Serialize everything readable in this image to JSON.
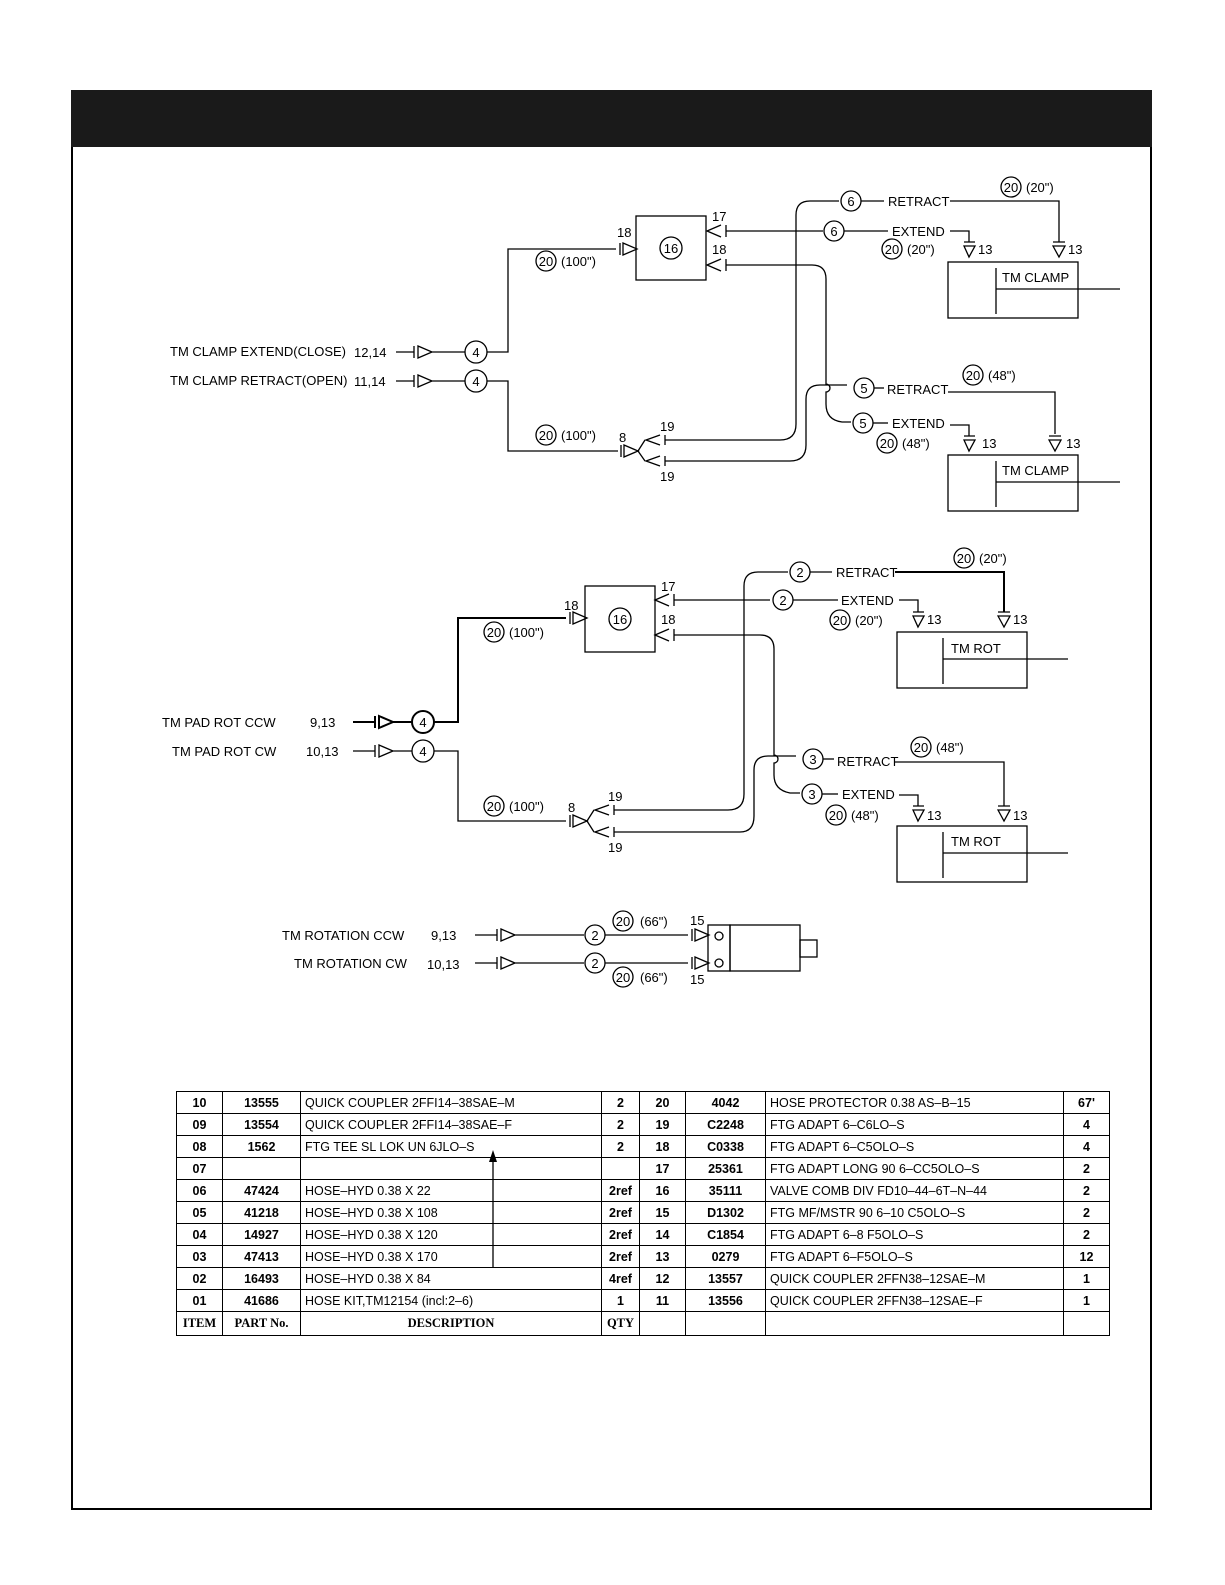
{
  "diagram": {
    "section1": {
      "input_extend": "TM CLAMP EXTEND(CLOSE)",
      "input_extend_items": "12,14",
      "input_retract": "TM CLAMP RETRACT(OPEN)",
      "input_retract_items": "11,14",
      "hose_a": "4",
      "hose_b": "4",
      "hose_upper": "20",
      "hose_upper_len": "(100\")",
      "hose_lower": "20",
      "hose_lower_len": "(100\")",
      "fit_18_in": "18",
      "fit_17": "17",
      "fit_18_out": "18",
      "valve": "16",
      "fit_8": "8",
      "fit_19_top": "19",
      "fit_19_bot": "19",
      "branch1_hose_retract": "6",
      "branch1_retract": "RETRACT",
      "branch1_hose_extend": "6",
      "branch1_extend": "EXTEND",
      "branch1_prot_r": "20",
      "branch1_prot_r_len": "(20\")",
      "branch1_prot_e": "20",
      "branch1_prot_e_len": "(20\")",
      "branch1_fit_a": "13",
      "branch1_fit_b": "13",
      "branch1_device": "TM  CLAMP",
      "branch2_hose_retract": "5",
      "branch2_retract": "RETRACT",
      "branch2_hose_extend": "5",
      "branch2_extend": "EXTEND",
      "branch2_prot_r": "20",
      "branch2_prot_r_len": "(48\")",
      "branch2_prot_e": "20",
      "branch2_prot_e_len": "(48\")",
      "branch2_fit_a": "13",
      "branch2_fit_b": "13",
      "branch2_device": "TM  CLAMP"
    },
    "section2": {
      "input_ccw": "TM  PAD  ROT  CCW",
      "input_ccw_items": "9,13",
      "input_cw": "TM  PAD  ROT  CW",
      "input_cw_items": "10,13",
      "hose_a": "4",
      "hose_b": "4",
      "hose_upper": "20",
      "hose_upper_len": "(100\")",
      "hose_lower": "20",
      "hose_lower_len": "(100\")",
      "fit_18_in": "18",
      "fit_17": "17",
      "fit_18_out": "18",
      "valve": "16",
      "fit_8": "8",
      "fit_19_top": "19",
      "fit_19_bot": "19",
      "branch1_hose_retract": "2",
      "branch1_retract": "RETRACT",
      "branch1_hose_extend": "2",
      "branch1_extend": "EXTEND",
      "branch1_prot_r": "20",
      "branch1_prot_r_len": "(20\")",
      "branch1_prot_e": "20",
      "branch1_prot_e_len": "(20\")",
      "branch1_fit_a": "13",
      "branch1_fit_b": "13",
      "branch1_device": "TM  ROT",
      "branch2_hose_retract": "3",
      "branch2_retract": "RETRACT",
      "branch2_hose_extend": "3",
      "branch2_extend": "EXTEND",
      "branch2_prot_r": "20",
      "branch2_prot_r_len": "(48\")",
      "branch2_prot_e": "20",
      "branch2_prot_e_len": "(48\")",
      "branch2_fit_a": "13",
      "branch2_fit_b": "13",
      "branch2_device": "TM  ROT"
    },
    "section3": {
      "input_ccw": "TM  ROTATION  CCW",
      "input_ccw_items": "9,13",
      "input_cw": "TM  ROTATION  CW",
      "input_cw_items": "10,13",
      "hose_a": "2",
      "hose_b": "2",
      "prot_a": "20",
      "prot_a_len": "(66\")",
      "prot_b": "20",
      "prot_b_len": "(66\")",
      "fit_a": "15",
      "fit_b": "15"
    }
  },
  "parts_table": {
    "rows": [
      {
        "item": "10",
        "part": "13555",
        "desc": "QUICK  COUPLER  2FFI14–38SAE–M",
        "qty": "2",
        "item2": "20",
        "part2": "4042",
        "desc2": "HOSE  PROTECTOR  0.38  AS–B–15",
        "qty2": "67'"
      },
      {
        "item": "09",
        "part": "13554",
        "desc": "QUICK  COUPLER  2FFI14–38SAE–F",
        "qty": "2",
        "item2": "19",
        "part2": "C2248",
        "desc2": "FTG  ADAPT  6–C6LO–S",
        "qty2": "4"
      },
      {
        "item": "08",
        "part": "1562",
        "desc": "FTG  TEE  SL  LOK  UN  6JLO–S",
        "qty": "2",
        "item2": "18",
        "part2": "C0338",
        "desc2": "FTG  ADAPT  6–C5OLO–S",
        "qty2": "4"
      },
      {
        "item": "07",
        "part": "",
        "desc": "",
        "qty": "",
        "item2": "17",
        "part2": "25361",
        "desc2": "FTG  ADAPT  LONG  90  6–CC5OLO–S",
        "qty2": "2"
      },
      {
        "item": "06",
        "part": "47424",
        "desc": "HOSE–HYD  0.38  X  22",
        "qty": "2ref",
        "item2": "16",
        "part2": "35111",
        "desc2": "VALVE  COMB  DIV  FD10–44–6T–N–44",
        "qty2": "2"
      },
      {
        "item": "05",
        "part": "41218",
        "desc": "HOSE–HYD  0.38  X  108",
        "qty": "2ref",
        "item2": "15",
        "part2": "D1302",
        "desc2": "FTG  MF/MSTR  90  6–10  C5OLO–S",
        "qty2": "2"
      },
      {
        "item": "04",
        "part": "14927",
        "desc": "HOSE–HYD  0.38  X  120",
        "qty": "2ref",
        "item2": "14",
        "part2": "C1854",
        "desc2": "FTG  ADAPT  6–8  F5OLO–S",
        "qty2": "2"
      },
      {
        "item": "03",
        "part": "47413",
        "desc": "HOSE–HYD  0.38  X  170",
        "qty": "2ref",
        "item2": "13",
        "part2": "0279",
        "desc2": "FTG  ADAPT  6–F5OLO–S",
        "qty2": "12"
      },
      {
        "item": "02",
        "part": "16493",
        "desc": "HOSE–HYD  0.38  X  84",
        "qty": "4ref",
        "item2": "12",
        "part2": "13557",
        "desc2": "QUICK  COUPLER  2FFN38–12SAE–M",
        "qty2": "1"
      },
      {
        "item": "01",
        "part": "41686",
        "desc": "HOSE  KIT,TM12154  (incl:2–6)",
        "qty": "1",
        "item2": "11",
        "part2": "13556",
        "desc2": "QUICK  COUPLER  2FFN38–12SAE–F",
        "qty2": "1"
      }
    ],
    "header": {
      "item": "ITEM",
      "part": "PART No.",
      "desc": "DESCRIPTION",
      "qty": "QTY"
    }
  }
}
